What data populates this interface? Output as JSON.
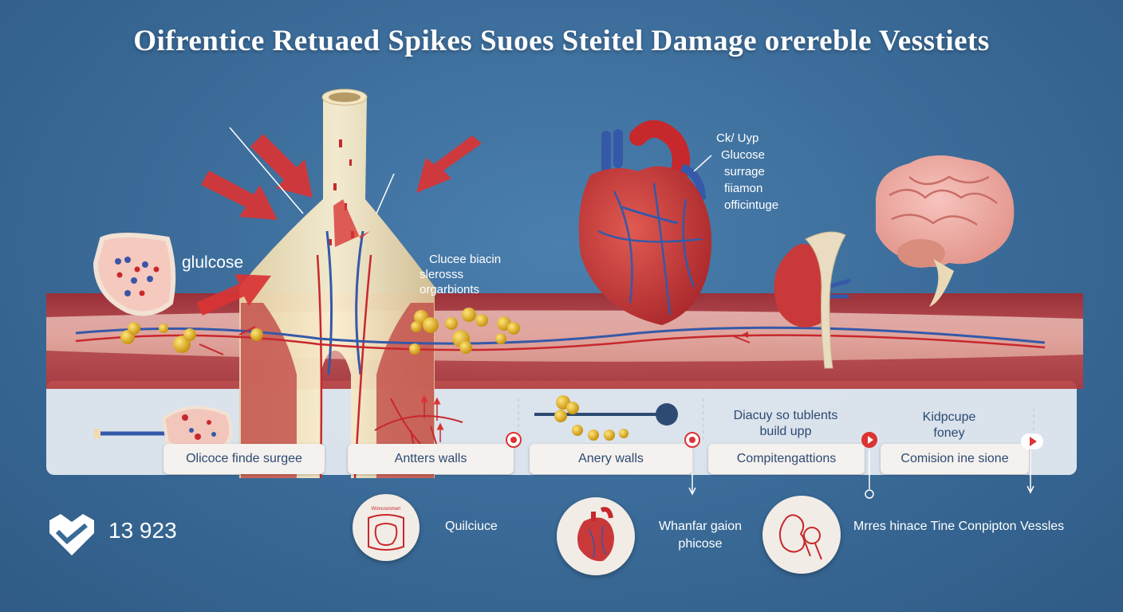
{
  "title": "Oifrentice Retuaed Spikes Suoes Steitel Damage orereble Vesstiets",
  "labels": {
    "glucose": "glulcose",
    "upper_heart": [
      "Ck/ Uyp",
      "Glucose",
      "surrage",
      "fiiamon",
      "officintuge"
    ],
    "middle": [
      "Clucee biacin",
      "slerosss",
      "orgarbionts"
    ],
    "lower_middle": [
      "Diacuy so tublents",
      "build upp"
    ],
    "kidney": [
      "Kidpcupe",
      "foney"
    ]
  },
  "panels": [
    "Olicoce finde surgee",
    "Antters walls",
    "Anery walls",
    "Compitengattions",
    "Comision ine sione"
  ],
  "bottom": {
    "count": "13 923",
    "item1": "Quilciuce",
    "item2": [
      "Whanfar gaion",
      "phicose"
    ],
    "item3": "Mrres hinace Tine Conpipton Vessles",
    "circle1_caption": "Wimcnonmeri"
  },
  "colors": {
    "background": "#3a6a97",
    "vessel": "#b8373a",
    "accent_red": "#d33333",
    "vein_blue": "#3559a8",
    "glucose": "#e8b820",
    "panel": "#f4f1ee"
  },
  "icons": [
    "heart-shield-icon",
    "play-icon",
    "record-icon",
    "heart-icon",
    "brain-icon",
    "kidney-icon",
    "pancreas-icon"
  ]
}
